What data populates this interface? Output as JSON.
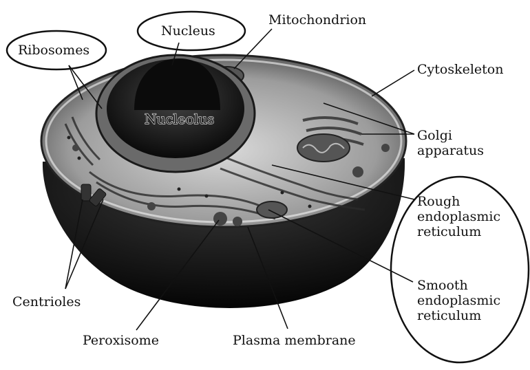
{
  "labels": {
    "nucleus": "Nucleus",
    "ribosomes": "Ribosomes",
    "mitochondrion": "Mitochondrion",
    "cytoskeleton": "Cytoskeleton",
    "golgi": [
      "Golgi",
      "apparatus"
    ],
    "rough_er": [
      "Rough",
      "endoplasmic",
      "reticulum"
    ],
    "smooth_er": [
      "Smooth",
      "endoplasmic",
      "reticulum"
    ],
    "centrioles": "Centrioles",
    "peroxisome": "Peroxisome",
    "plasma_membrane": "Plasma membrane",
    "nucleolus": "Nucleolus"
  }
}
